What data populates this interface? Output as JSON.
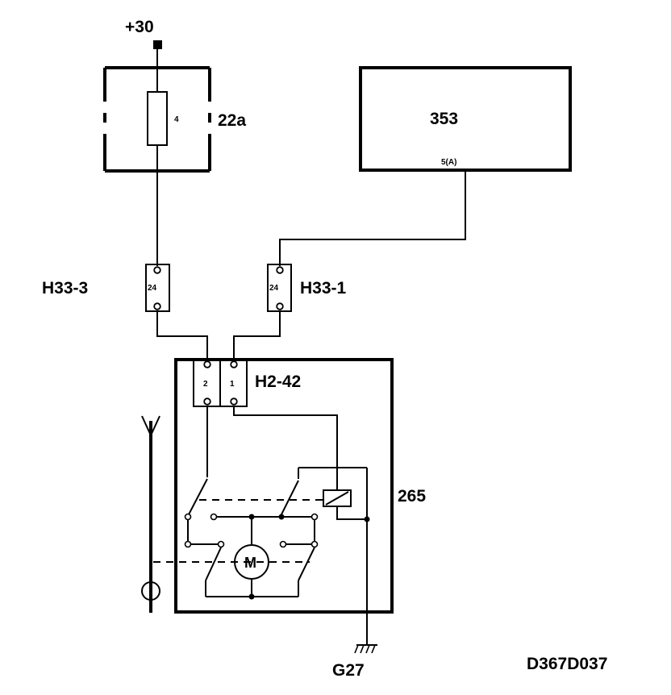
{
  "diagram": {
    "supply_label": "+30",
    "fuse": {
      "box_label": "22a",
      "fuse_number": "4"
    },
    "control_unit": {
      "label": "353",
      "pin_label": "5(A)"
    },
    "connector_left": {
      "label": "H33-3",
      "pin": "24"
    },
    "connector_right": {
      "label": "H33-1",
      "pin": "24"
    },
    "module_connector": {
      "label": "H2-42",
      "pin_left": "2",
      "pin_right": "1"
    },
    "motor_unit": {
      "label": "265",
      "motor_symbol": "M"
    },
    "ground_label": "G27",
    "drawing_code": "D367D037",
    "icons": [
      "antenna-icon",
      "ground-icon",
      "motor-icon",
      "relay-coil-icon",
      "fuse-icon"
    ]
  }
}
